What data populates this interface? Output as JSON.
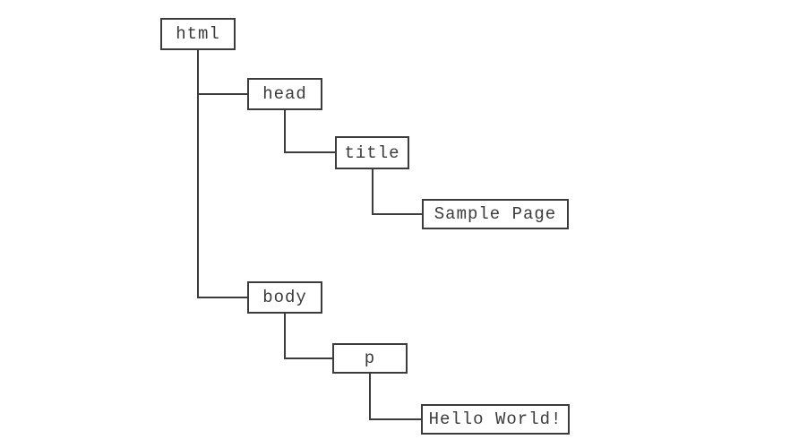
{
  "diagram": {
    "type": "tree",
    "description": "DOM tree diagram of a sample HTML document",
    "colors": {
      "background": "#ffffff",
      "line": "#3c3c3c",
      "box_border": "#3c3c3c",
      "text": "#3b3b3b"
    },
    "nodes": [
      {
        "id": "html",
        "label": "html"
      },
      {
        "id": "head",
        "label": "head"
      },
      {
        "id": "title",
        "label": "title"
      },
      {
        "id": "sample-page",
        "label": "Sample Page"
      },
      {
        "id": "body",
        "label": "body"
      },
      {
        "id": "p",
        "label": "p"
      },
      {
        "id": "hello-world",
        "label": "Hello World!"
      }
    ],
    "edges": [
      {
        "from": "html",
        "to": "head"
      },
      {
        "from": "html",
        "to": "body"
      },
      {
        "from": "head",
        "to": "title"
      },
      {
        "from": "title",
        "to": "sample-page"
      },
      {
        "from": "body",
        "to": "p"
      },
      {
        "from": "p",
        "to": "hello-world"
      }
    ]
  }
}
